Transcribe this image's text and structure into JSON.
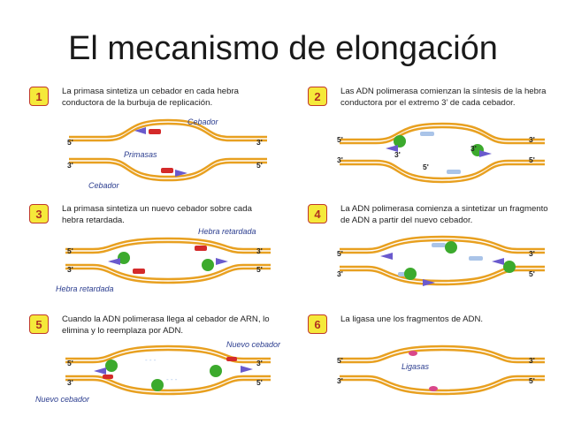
{
  "title": "El mecanismo de elongación",
  "colors": {
    "strand": "#e8a020",
    "badge_fill": "#f5e93a",
    "badge_border": "#c0392b",
    "label": "#2b3d8f",
    "primer": "#d42a2a",
    "polymerase": "#3caa2d",
    "arrow": "#6a5acd"
  },
  "panels": [
    {
      "number": "1",
      "text": "La primasa sintetiza un cebador en cada hebra conductora de la burbuja de replicación.",
      "labels": [
        "Cebador",
        "Primasas",
        "Cebador"
      ],
      "ends": {
        "top_left": "5'",
        "top_right": "3'",
        "bottom_left": "3'",
        "bottom_right": "5'"
      }
    },
    {
      "number": "2",
      "text": "Las ADN polimerasa comienzan la síntesis de la hebra conductora  por el extremo 3’ de cada cebador.",
      "labels": [],
      "ends": {
        "top_left": "5'",
        "top_right": "3'",
        "bottom_left": "3'",
        "bottom_right": "5'"
      },
      "inner": [
        "3'",
        "3'",
        "5'"
      ]
    },
    {
      "number": "3",
      "text": "La primasa sintetiza un nuevo cebador sobre cada hebra retardada.",
      "labels": [
        "Hebra retardada",
        "Hebra retardada"
      ],
      "ends": {
        "top_left": "5'",
        "top_right": "3'",
        "bottom_left": "3'",
        "bottom_right": "5'"
      }
    },
    {
      "number": "4",
      "text": "La ADN polimerasa comienza a sintetizar un fragmento de ADN a partir del nuevo cebador.",
      "labels": [],
      "ends": {
        "top_left": "5'",
        "top_right": "3'",
        "bottom_left": "3'",
        "bottom_right": "5'"
      }
    },
    {
      "number": "5",
      "text": "Cuando la ADN polimerasa llega al cebador de ARN, lo elimina y lo reemplaza por ADN.",
      "labels": [
        "Nuevo cebador",
        "Nuevo cebador"
      ],
      "ends": {
        "top_left": "5'",
        "top_right": "3'",
        "bottom_left": "3'",
        "bottom_right": "5'"
      }
    },
    {
      "number": "6",
      "text": "La ligasa une los fragmentos de ADN.",
      "labels": [
        "Ligasas"
      ],
      "ends": {
        "top_left": "5'",
        "top_right": "3'",
        "bottom_left": "3'",
        "bottom_right": "5'"
      }
    }
  ]
}
